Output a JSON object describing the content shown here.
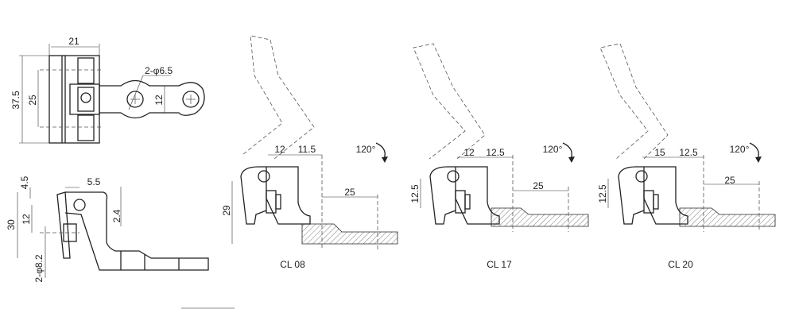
{
  "top_view": {
    "width": "21",
    "height": "37.5",
    "hole_spacing": "25",
    "holes": "2-φ6.5",
    "arm_width": "12"
  },
  "side_view": {
    "dim_top": "4.5",
    "dim_offset": "5.5",
    "height": "30",
    "hole_offset": "12",
    "step": "2.4",
    "holes": "2-φ8.2"
  },
  "variants": [
    {
      "label": "CL 08",
      "dim_a": "12",
      "dim_b": "11.5",
      "rotation": "120°",
      "dim_c": "25",
      "dim_h": "29"
    },
    {
      "label": "CL 17",
      "dim_a": "12",
      "dim_b": "12.5",
      "rotation": "120°",
      "dim_c": "25",
      "dim_h": "12.5"
    },
    {
      "label": "CL 20",
      "dim_a": "15",
      "dim_b": "12.5",
      "rotation": "120°",
      "dim_c": "25",
      "dim_h": "12.5"
    }
  ]
}
